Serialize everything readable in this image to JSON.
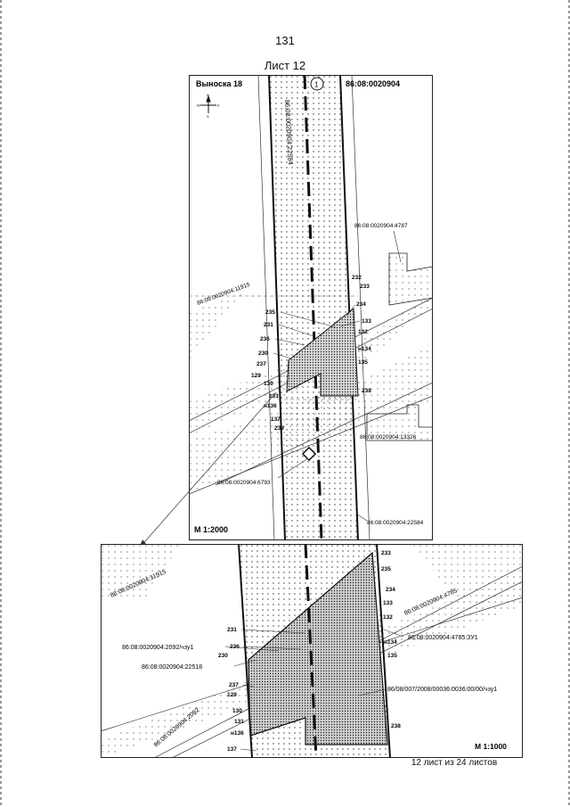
{
  "page_number": "131",
  "sheet_title": "Лист 12",
  "footer": "12 лист из 24 листов",
  "upper_map": {
    "callout": "Выноска 18",
    "circle_number": "1",
    "block_number": "86:08:0020904",
    "scale": "М 1:2000",
    "compass": {
      "n": "N",
      "s": "S",
      "w": "W",
      "e": "E"
    },
    "parcels": {
      "road_vertical": "86:08:0020904:22584",
      "p4787": "86:08:0020904:4787",
      "p11915": "86:08:0020904:11915",
      "p13326": "86:08:0020904:13326",
      "p6793": "86:08:0020904:6793",
      "p22584": "86:08:0020904:22584"
    },
    "points": {
      "p232": "232",
      "p233": "233",
      "p234": "234",
      "p235": "235",
      "p231": "231",
      "p133": "133",
      "p236": "236",
      "p132": "132",
      "p230": "230",
      "pn134": "н134",
      "p237": "237",
      "p135": "135",
      "p129": "129",
      "p130": "130",
      "p238": "238",
      "p131": "131",
      "pn136": "н136",
      "p137": "137",
      "p239": "239"
    }
  },
  "lower_map": {
    "scale": "М 1:1000",
    "parcels": {
      "p11915": "86:08:0020904:11915",
      "p4785": "86:08:0020904:4785",
      "p4785zu1": "86:08:0020904:4785:ЗУ1",
      "p2092zu1": "86:08:0020904:2092/чзу1",
      "p22518": "86:08:0020904:22518",
      "p2092": "86:08:0020904:2092",
      "p0036": "86/08/007/2008/00036:0036:00/00/чзу1"
    },
    "points": {
      "p233": "233",
      "p235": "235",
      "p234": "234",
      "p133": "133",
      "p132": "132",
      "p231": "231",
      "p236": "236",
      "p230": "230",
      "pn134": "н134",
      "p135": "135",
      "p237": "237",
      "p129": "129",
      "p130": "130",
      "p131": "131",
      "pn136": "н136",
      "p238": "238",
      "p137": "137"
    }
  }
}
